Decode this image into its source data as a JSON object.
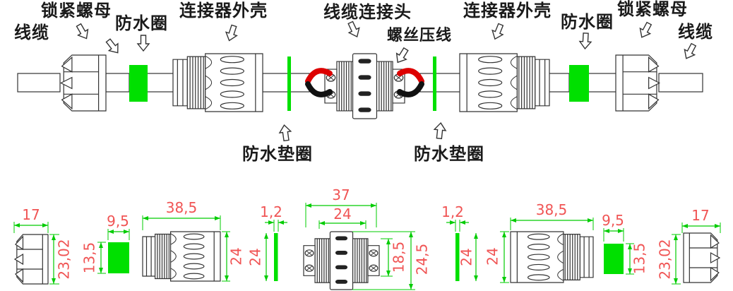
{
  "callouts": {
    "cable_left": "线缆",
    "lock_nut_left": "锁紧螺母",
    "waterproof_ring_left": "防水圈",
    "connector_shell_left": "连接器外壳",
    "cable_connector_head": "线缆连接头",
    "screw_wire_clamp": "螺丝压线",
    "connector_shell_right": "连接器外壳",
    "waterproof_ring_right": "防水圈",
    "lock_nut_right": "锁紧螺母",
    "cable_right": "线缆",
    "waterproof_gasket_left": "防水垫圈",
    "waterproof_gasket_right": "防水垫圈"
  },
  "dimensions": {
    "lock_nut_width_left": "17",
    "lock_nut_height_left": "23,02",
    "ring_width_left": "9,5",
    "ring_height_left": "13,5",
    "shell_length_left": "38,5",
    "shell_height_left": "24",
    "gasket_thickness_left": "1,2",
    "gasket_height_left": "24",
    "connector_length_outer": "37",
    "connector_length_inner": "24",
    "connector_height_inner": "18,5",
    "connector_height_outer": "24,5",
    "gasket_thickness_right": "1,2",
    "gasket_height_right": "24",
    "shell_length_right": "38,5",
    "shell_height_right": "24",
    "ring_width_right": "9,5",
    "ring_height_right": "13,5",
    "lock_nut_width_right": "17",
    "lock_nut_height_right": "23,02"
  },
  "colors": {
    "seal_green": "#00e000",
    "dimension_line_green": "#00cc00",
    "dimension_text_red": "#f05454",
    "wire_red": "#dd0000",
    "wire_black": "#111111",
    "outline": "#333333"
  }
}
